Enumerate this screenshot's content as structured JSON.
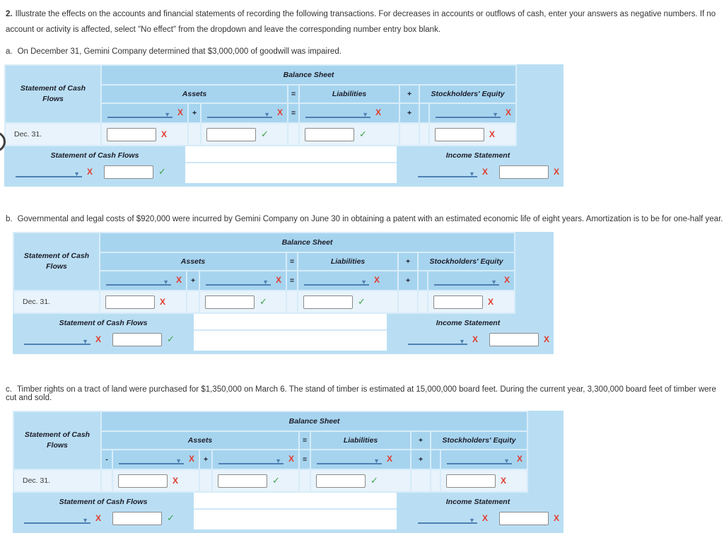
{
  "page": {
    "question_number": "2.",
    "instruction": "Illustrate the effects on the accounts and financial statements of recording the following transactions. For decreases in accounts or outflows of cash, enter your answers as negative numbers. If no account or activity is affected, select \"No effect\" from the dropdown and leave the corresponding number entry box blank."
  },
  "sections": [
    {
      "label": "a.",
      "prompt": "On December 31, Gemini Company determined that $3,000,000 of goodwill was impaired."
    },
    {
      "label": "b.",
      "prompt": "Governmental and legal costs of $920,000 were incurred by Gemini Company on June 30 in obtaining a patent with an estimated economic life of eight years. Amortization is to be for one-half year."
    },
    {
      "label": "c.",
      "prompt": "Timber rights on a tract of land were purchased for $1,350,000 on March 6. The stand of timber is estimated at 15,000,000 board feet. During the current year, 3,300,000 board feet of timber were cut and sold."
    }
  ],
  "table_labels": {
    "balance_sheet": "Balance Sheet",
    "statement_of_cash_flows": "Statement of Cash Flows",
    "assets": "Assets",
    "liabilities": "Liabilities",
    "stockholders_equity": "Stockholders' Equity",
    "income_statement": "Income Statement",
    "row_date": "Dec. 31.",
    "equals": "=",
    "plus": "+",
    "minus": "-"
  },
  "marks": {
    "incorrect": "X",
    "correct": "✓"
  },
  "fields": {
    "value": "",
    "dropdown_selected": ""
  },
  "colors": {
    "table_background": "#b9def3",
    "header_cell": "#a6d4ef",
    "answer_row": "#e8f3fb",
    "cell_separator": "#d7ecf9",
    "dropdown_line": "#4e80b2",
    "incorrect_mark": "#e23b2e",
    "correct_mark": "#3fa04a"
  }
}
